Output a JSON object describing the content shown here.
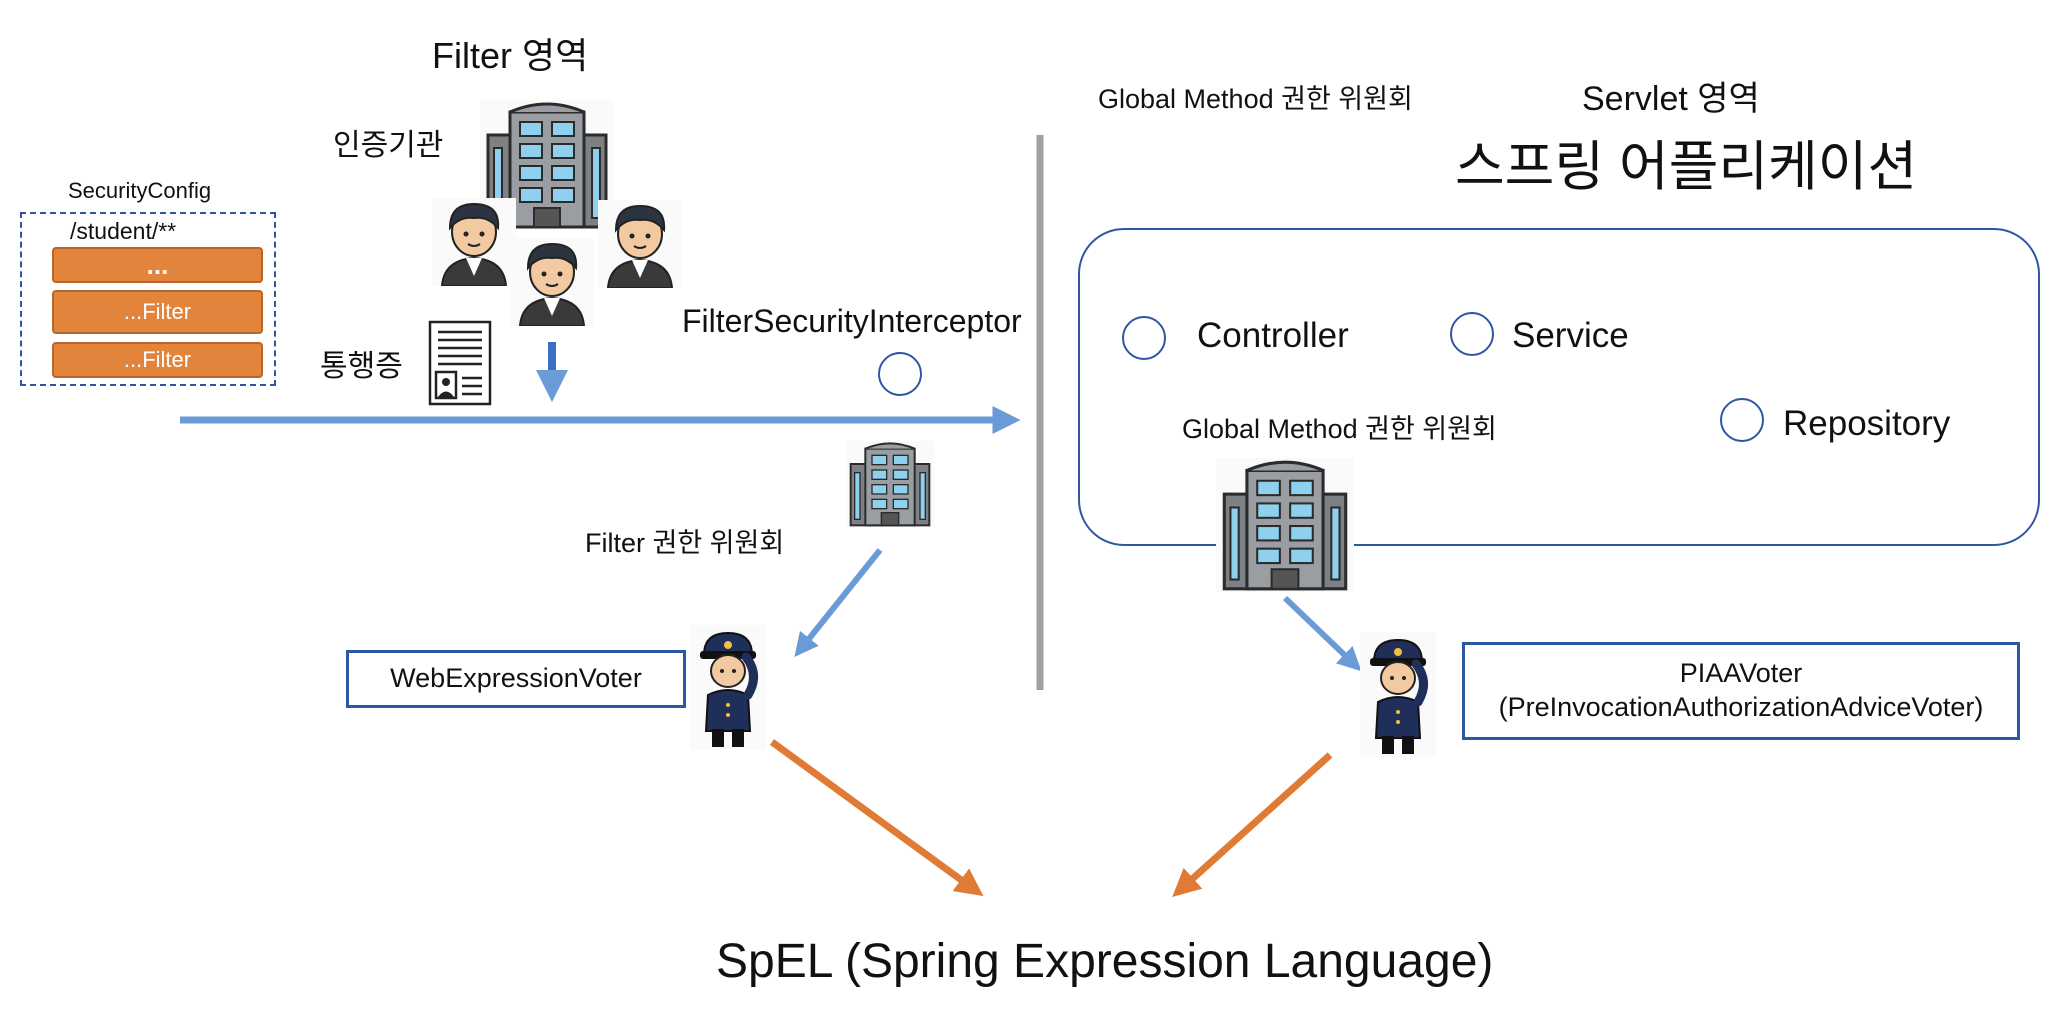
{
  "filter_area": {
    "title": "Filter 영역",
    "auth_org_label": "인증기관",
    "pass_label": "통행증"
  },
  "security_config": {
    "title": "SecurityConfig",
    "path": "/student/**",
    "filters": [
      "...",
      "...Filter",
      "...Filter"
    ]
  },
  "filter_security_interceptor": "FilterSecurityInterceptor",
  "filter_committee_label": "Filter 권한 위원회",
  "global_method_top_label": "Global Method 권한 위원회",
  "servlet_area": {
    "title": "Servlet 영역",
    "app_title": "스프링 어플리케이션"
  },
  "app_components": {
    "controller": "Controller",
    "service": "Service",
    "repository": "Repository"
  },
  "global_method_inner_label": "Global Method 권한 위원회",
  "web_expression_voter": "WebExpressionVoter",
  "piaa_voter": {
    "line1": "PIAAVoter",
    "line2": "(PreInvocationAuthorizationAdviceVoter)"
  },
  "spel_label": "SpEL (Spring Expression Language)",
  "colors": {
    "blue_arrow": "#6b9bd6",
    "orange_arrow": "#e07b36",
    "box_border": "#2f56a3",
    "filter_fill": "#e3843c",
    "divider": "#a0a0a0"
  }
}
